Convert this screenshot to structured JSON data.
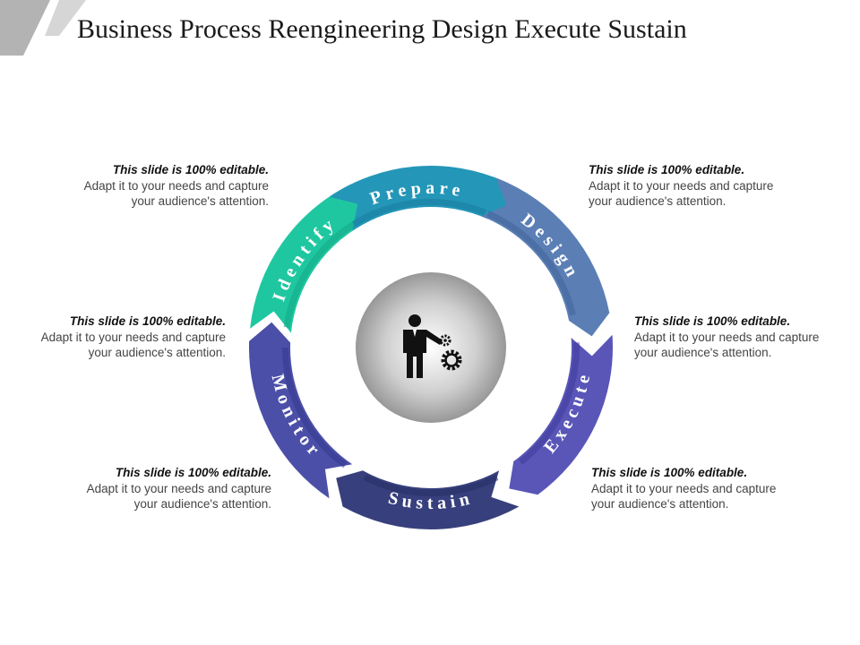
{
  "title": "Business Process Reengineering Design Execute Sustain",
  "center_icon": "businessman-gears-icon",
  "segments": [
    {
      "label": "Identify",
      "color": "#1fc7a0",
      "dark": "#13a885"
    },
    {
      "label": "Prepare",
      "color": "#2496b8",
      "dark": "#177d9c"
    },
    {
      "label": "Design",
      "color": "#5b7fb5",
      "dark": "#3f6399"
    },
    {
      "label": "Execute",
      "color": "#5956b8",
      "dark": "#3f3c9c"
    },
    {
      "label": "Sustain",
      "color": "#37407c",
      "dark": "#262d62"
    },
    {
      "label": "Monitor",
      "color": "#4b4fa8",
      "dark": "#34388d"
    }
  ],
  "notes": [
    {
      "heading": "This slide is 100% editable.",
      "body": "Adapt it to your needs and capture your audience's attention."
    },
    {
      "heading": "This slide is 100% editable.",
      "body": "Adapt it to your needs and capture your audience's attention."
    },
    {
      "heading": "This slide is 100% editable.",
      "body": "Adapt it to your needs and capture your audience's attention."
    },
    {
      "heading": "This slide is 100% editable.",
      "body": "Adapt it to your needs and capture your audience's attention."
    },
    {
      "heading": "This slide is 100% editable.",
      "body": "Adapt it to your needs and capture your audience's attention."
    },
    {
      "heading": "This slide is 100% editable.",
      "body": "Adapt it to your needs and capture your audience's attention."
    }
  ]
}
